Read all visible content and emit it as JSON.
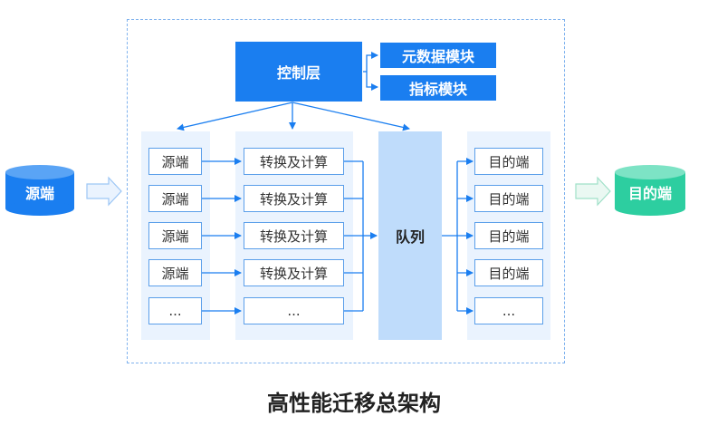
{
  "source_db": {
    "label": "源端",
    "color": "#1a7ef0"
  },
  "target_db": {
    "label": "目的端",
    "color": "#2dcea0"
  },
  "control": {
    "label": "控制层"
  },
  "modules": [
    "元数据模块",
    "指标模块"
  ],
  "sources": [
    "源端",
    "源端",
    "源端",
    "源端",
    "..."
  ],
  "transforms": [
    "转换及计算",
    "转换及计算",
    "转换及计算",
    "转换及计算",
    "..."
  ],
  "queue": {
    "label": "队列"
  },
  "targets": [
    "目的端",
    "目的端",
    "目的端",
    "目的端",
    "..."
  ],
  "title": "高性能迁移总架构"
}
